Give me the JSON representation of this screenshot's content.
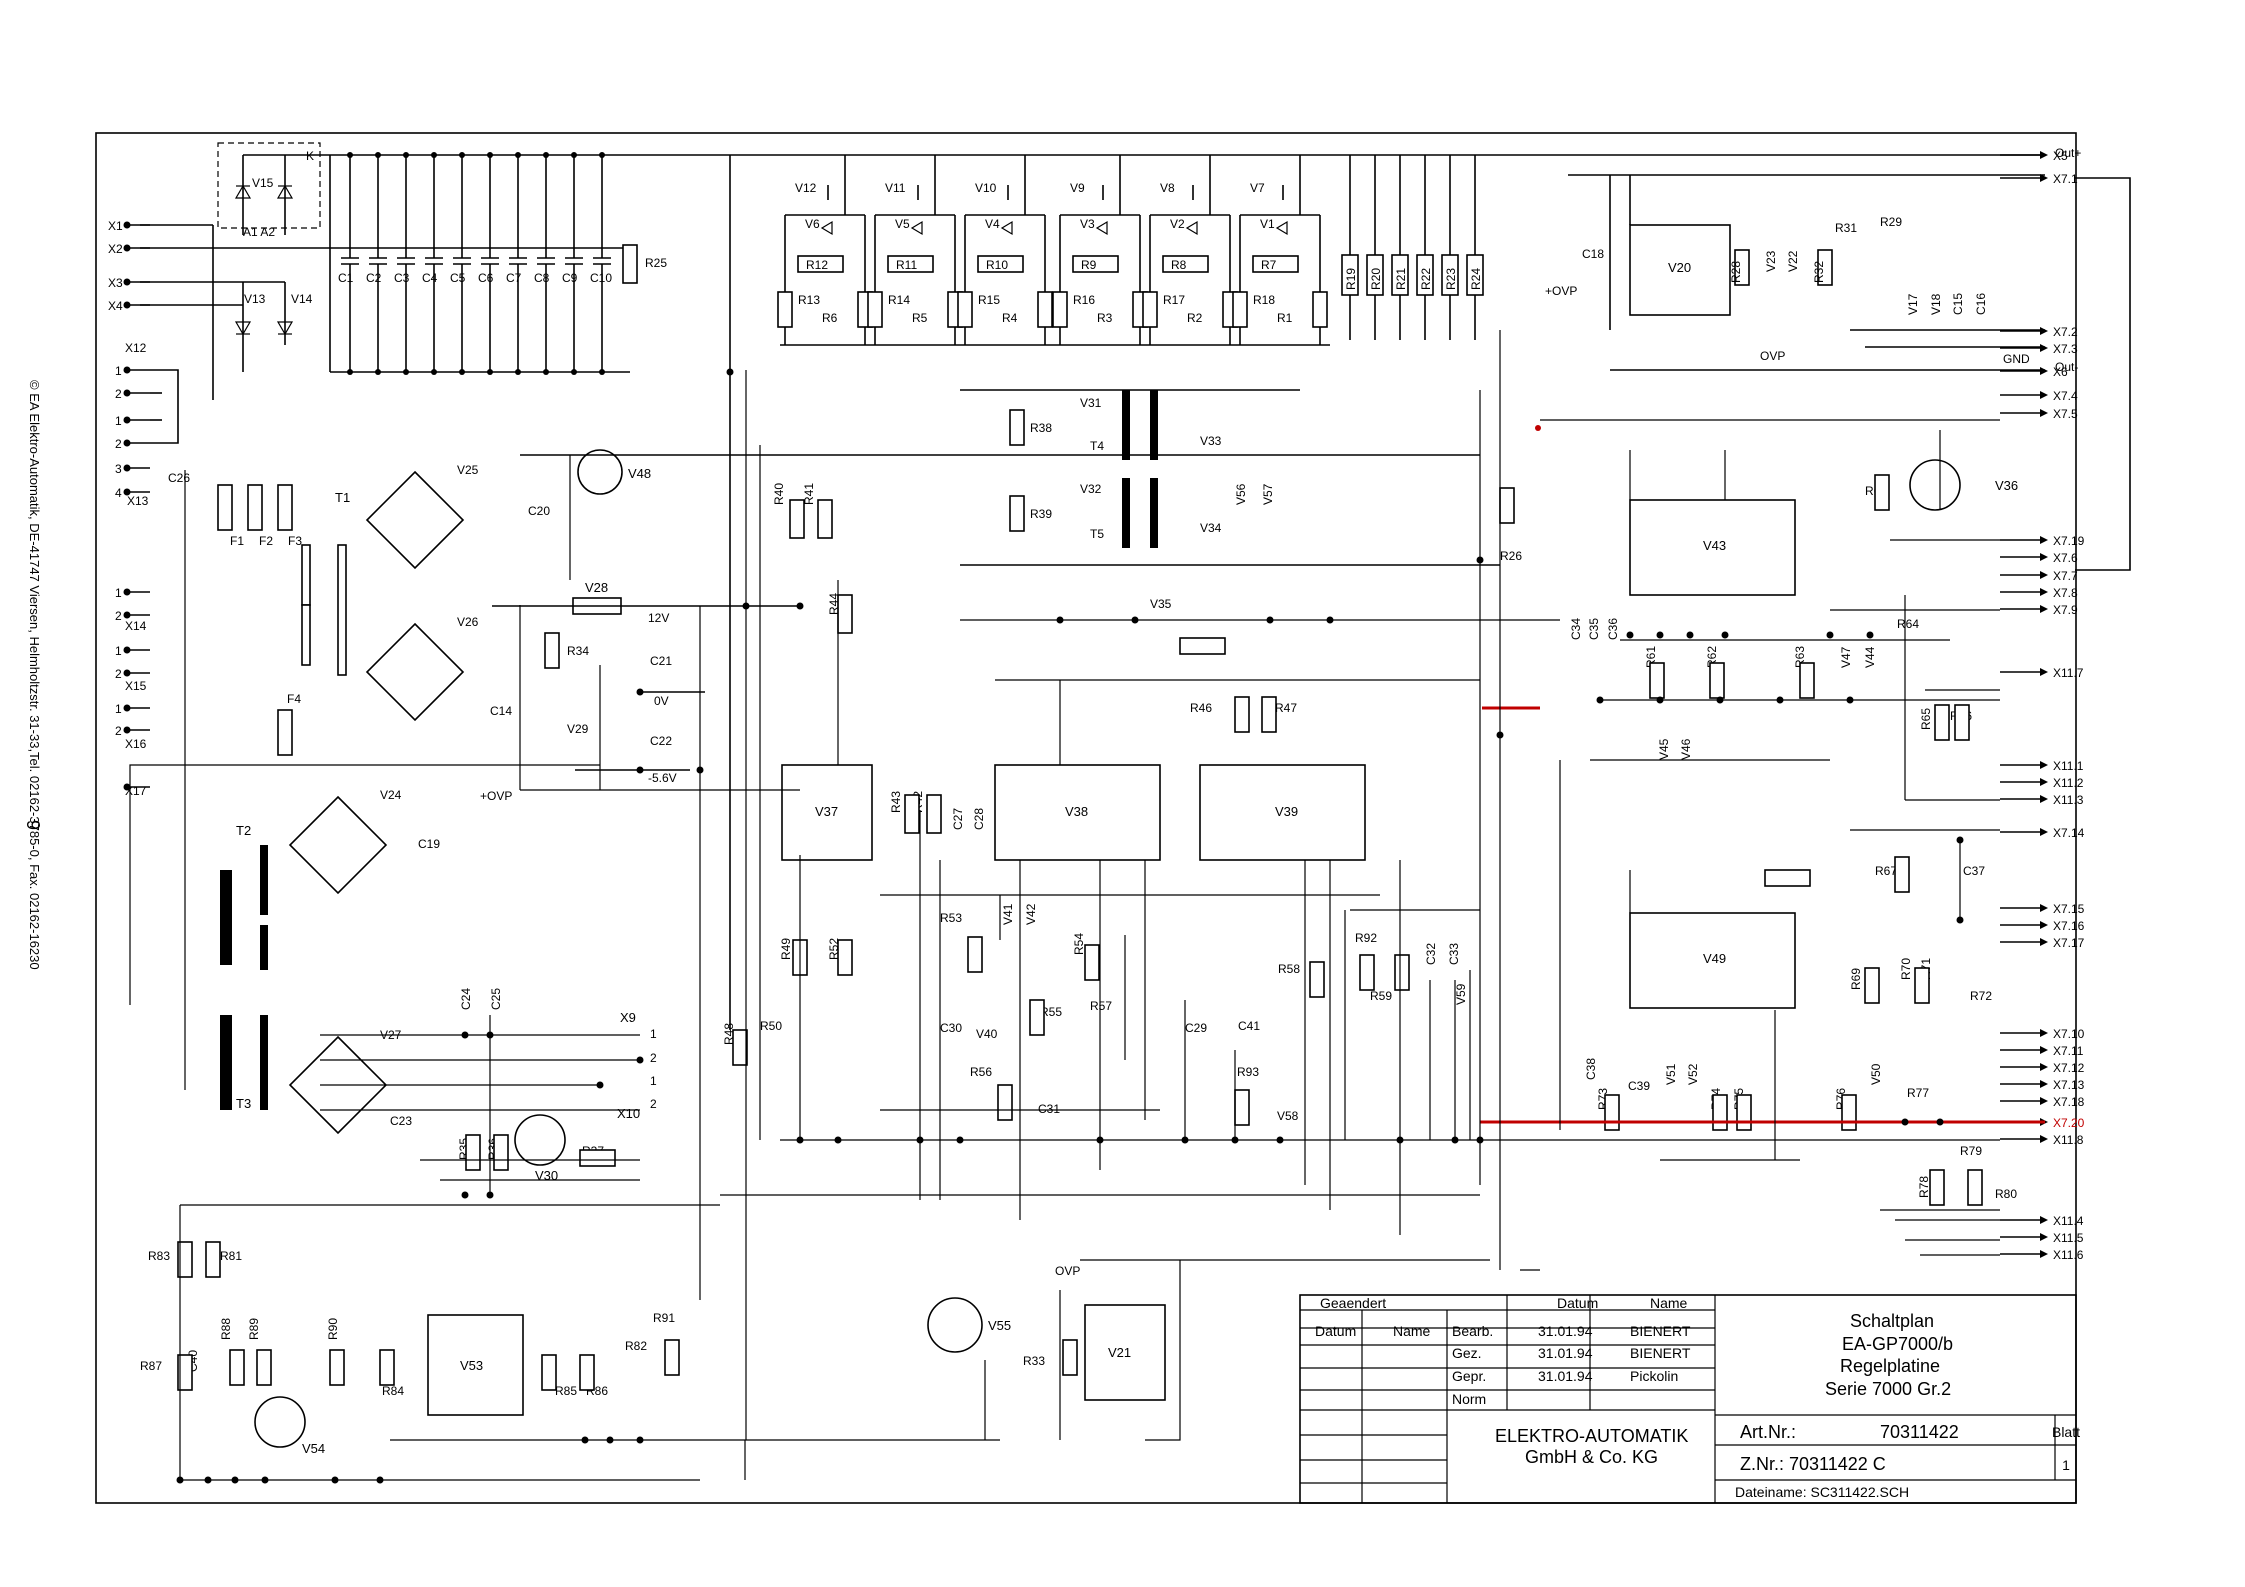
{
  "copyright_side_text": "© EA Elektro-Automatik, DE-41747 Viersen, Helmholtzstr. 31-33,Tel. 02162-3785-0, Fax. 02162-16230",
  "page_number": "9",
  "connectors_left": [
    "X1",
    "X2",
    "X3",
    "X4",
    "X12",
    "X13",
    "X14",
    "X15",
    "X16",
    "X17"
  ],
  "connectors_right": [
    "X5",
    "X7.1",
    "X7.2",
    "X7.3",
    "X6",
    "X7.4",
    "X7.5",
    "X7.19",
    "X7.6",
    "X7.7",
    "X7.8",
    "X7.9",
    "X11.7",
    "X11.1",
    "X11.2",
    "X11.3",
    "X7.14",
    "X7.15",
    "X7.16",
    "X7.17",
    "X7.10",
    "X7.11",
    "X7.12",
    "X7.13",
    "X7.18",
    "X7.20",
    "X11.8",
    "X11.4",
    "X11.5",
    "X11.6"
  ],
  "out_plus": "Out+",
  "out_minus": "Out-",
  "gnd": "GND",
  "ovp": "OVP",
  "plus_ovp": "+OVP",
  "voltages": [
    "12V",
    "0V",
    "-5.6V"
  ],
  "x9_pins": [
    "1",
    "2",
    "1",
    "2"
  ],
  "labels": {
    "x9": "X9",
    "x10": "X10",
    "t1": "T1",
    "t2": "T2",
    "t3": "T3",
    "t4": "T4",
    "t5": "T5",
    "v15": "V15",
    "k": "K",
    "a1a2": "A1  A2",
    "ics": [
      "V20",
      "V37",
      "V38",
      "V39",
      "V43",
      "V49",
      "V53",
      "V21"
    ],
    "resistors_top": [
      "R12",
      "R11",
      "R10",
      "R9",
      "R8",
      "R7"
    ],
    "resistors_vertical": [
      "R19",
      "R20",
      "R21",
      "R22",
      "R23",
      "R24"
    ],
    "caps_top": [
      "C1",
      "C2",
      "C3",
      "C4",
      "C5",
      "C6",
      "C7",
      "C8",
      "C9",
      "C10"
    ]
  },
  "title_block": {
    "geaendert": "Geaendert",
    "datum_col": "Datum",
    "name_col": "Name",
    "rows": [
      {
        "role": "Bearb.",
        "date": "31.01.94",
        "name": "BIENERT"
      },
      {
        "role": "Gez.",
        "date": "31.01.94",
        "name": "BIENERT"
      },
      {
        "role": "Gepr.",
        "date": "31.01.94",
        "name": "Pickolin"
      },
      {
        "role": "Norm",
        "date": "",
        "name": ""
      }
    ],
    "title_lines": [
      "Schaltplan",
      "EA-GP7000/b",
      "Regelplatine",
      "Serie 7000  Gr.2"
    ],
    "company_lines": [
      "ELEKTRO-AUTOMATIK",
      "GmbH & Co. KG"
    ],
    "art_label": "Art.Nr.:",
    "art_value": "70311422",
    "znr": "Z.Nr.: 70311422 C",
    "blatt_label": "Blatt",
    "blatt_value": "1",
    "dateiname": "Dateiname: SC311422.SCH"
  }
}
